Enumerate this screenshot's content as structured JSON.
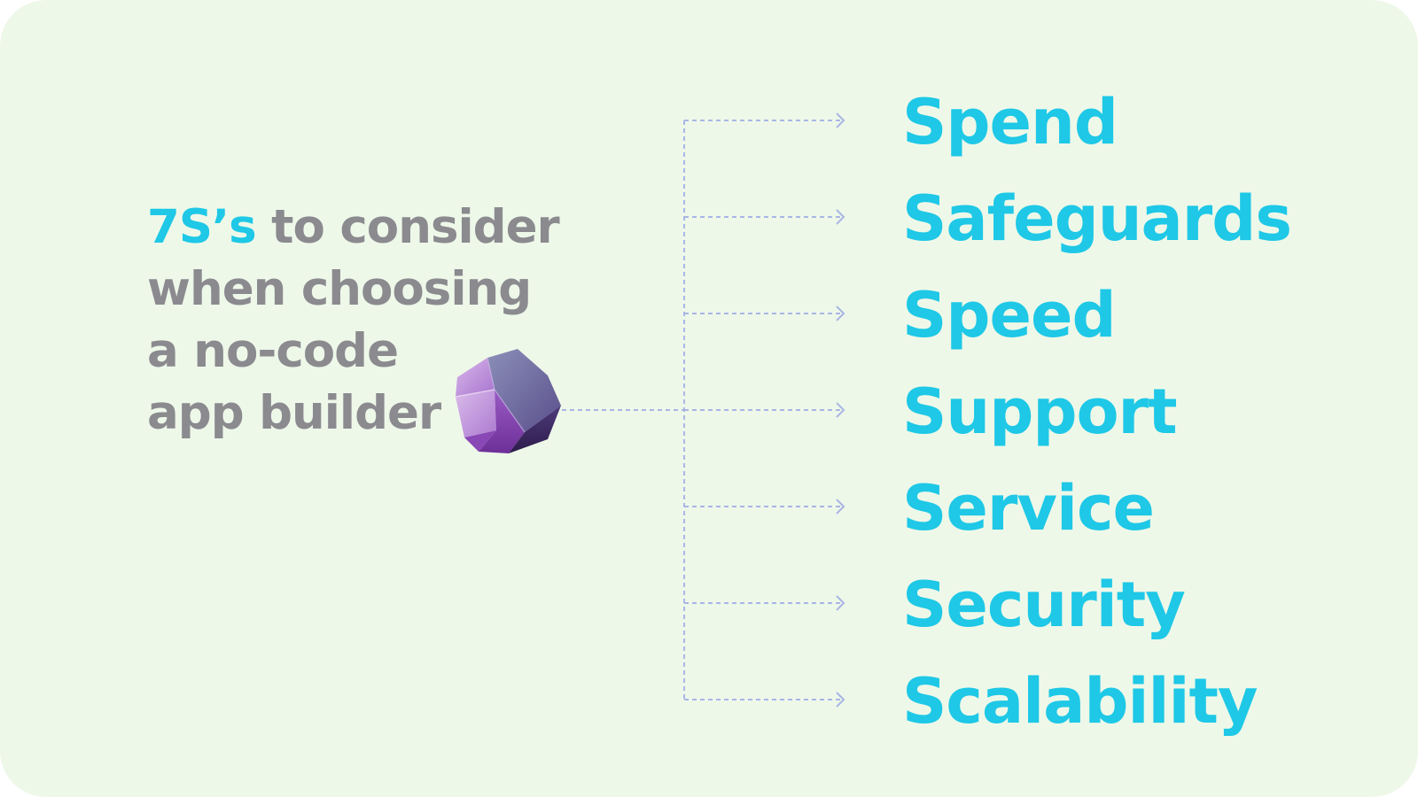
{
  "headline": {
    "accent": "7S’s",
    "line1_rest": " to consider",
    "line2": "when choosing",
    "line3": "a no-code",
    "line4": "app builder"
  },
  "items": [
    {
      "label": "Spend"
    },
    {
      "label": "Safeguards"
    },
    {
      "label": "Speed"
    },
    {
      "label": "Support"
    },
    {
      "label": "Service"
    },
    {
      "label": "Security"
    },
    {
      "label": "Scalability"
    }
  ],
  "colors": {
    "background": "#eef8e9",
    "accent": "#1ec8e6",
    "headline_gray": "#8a8a8f",
    "connector": "#a9b6e4",
    "gem_purple": "#7c3f9e"
  },
  "icons": {
    "center": "purple-gem-icon",
    "arrow": "chevron-right-arrow-icon"
  }
}
